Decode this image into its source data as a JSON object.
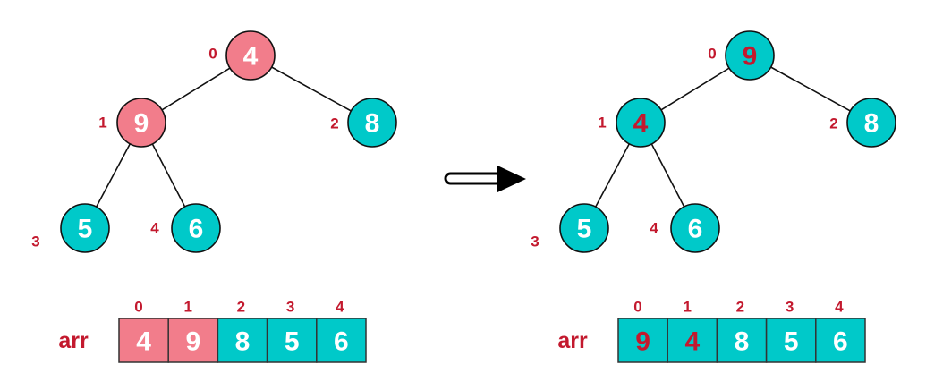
{
  "colors": {
    "swapped": "#f27d8b",
    "normal": "#00c9c9",
    "index_text": "#c3192e",
    "white_text": "#ffffff",
    "red_text": "#c3192e"
  },
  "array_label": "arr",
  "before": {
    "nodes": [
      {
        "index": "0",
        "value": "4",
        "fill": "swapped",
        "text": "white_text"
      },
      {
        "index": "1",
        "value": "9",
        "fill": "swapped",
        "text": "white_text"
      },
      {
        "index": "2",
        "value": "8",
        "fill": "normal",
        "text": "white_text"
      },
      {
        "index": "3",
        "value": "5",
        "fill": "normal",
        "text": "white_text"
      },
      {
        "index": "4",
        "value": "6",
        "fill": "normal",
        "text": "white_text"
      }
    ]
  },
  "after": {
    "nodes": [
      {
        "index": "0",
        "value": "9",
        "fill": "normal",
        "text": "red_text"
      },
      {
        "index": "1",
        "value": "4",
        "fill": "normal",
        "text": "red_text"
      },
      {
        "index": "2",
        "value": "8",
        "fill": "normal",
        "text": "white_text"
      },
      {
        "index": "3",
        "value": "5",
        "fill": "normal",
        "text": "white_text"
      },
      {
        "index": "4",
        "value": "6",
        "fill": "normal",
        "text": "white_text"
      }
    ]
  },
  "edges": [
    [
      0,
      1
    ],
    [
      0,
      2
    ],
    [
      1,
      3
    ],
    [
      1,
      4
    ]
  ],
  "arrow_icon": "right-arrow"
}
